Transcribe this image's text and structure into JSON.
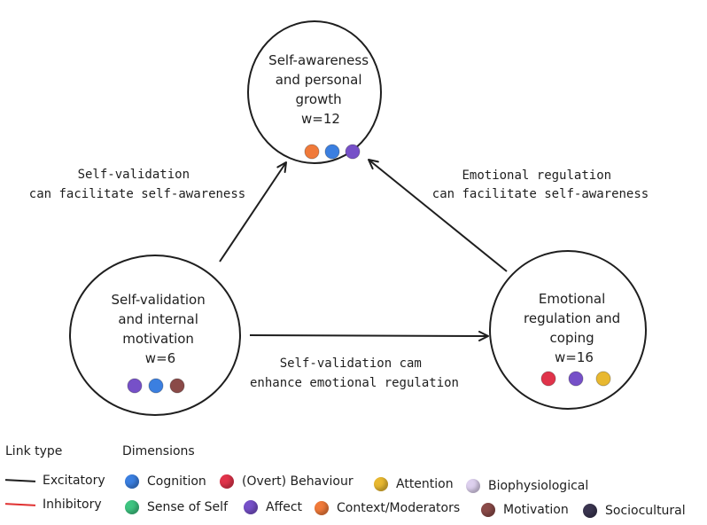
{
  "nodes": [
    {
      "id": "n1",
      "lines": [
        "Self-awareness",
        "and personal",
        "growth",
        "w=12"
      ],
      "dots": [
        "context_moderators",
        "cognition",
        "affect"
      ]
    },
    {
      "id": "n2",
      "lines": [
        "Self-validation",
        "and internal",
        "motivation",
        "w=6"
      ],
      "dots": [
        "affect",
        "cognition",
        "motivation"
      ]
    },
    {
      "id": "n3",
      "lines": [
        "Emotional",
        "regulation and",
        "coping",
        "w=16"
      ],
      "dots": [
        "overt_behaviour",
        "affect",
        "attention"
      ]
    }
  ],
  "edges": [
    {
      "id": "e1",
      "lines": [
        "Self-validation",
        "can facilitate self-awareness"
      ]
    },
    {
      "id": "e2",
      "lines": [
        "Emotional regulation",
        "can facilitate self-awareness"
      ]
    },
    {
      "id": "e3",
      "lines": [
        "Self-validation cam",
        "enhance emotional regulation"
      ]
    }
  ],
  "legend": {
    "link_type_title": "Link type",
    "link_types": [
      {
        "label": "Excitatory",
        "color": "#1e1e1e"
      },
      {
        "label": "Inhibitory",
        "color": "#e03131"
      }
    ],
    "dimensions_title": "Dimensions",
    "dimensions": [
      {
        "key": "cognition",
        "label": "Cognition",
        "color": "#3b7fe0"
      },
      {
        "key": "overt_behaviour",
        "label": "(Overt) Behaviour",
        "color": "#e0334a"
      },
      {
        "key": "attention",
        "label": "Attention",
        "color": "#e8b830"
      },
      {
        "key": "biophysiological",
        "label": "Biophysiological",
        "color": "#ddd0ee"
      },
      {
        "key": "sense_of_self",
        "label": "Sense of Self",
        "color": "#3ec481"
      },
      {
        "key": "affect",
        "label": "Affect",
        "color": "#7650c8"
      },
      {
        "key": "context_moderators",
        "label": "Context/Moderators",
        "color": "#f07a3a"
      },
      {
        "key": "motivation",
        "label": "Motivation",
        "color": "#8a4a48"
      },
      {
        "key": "sociocultural",
        "label": "Sociocultural",
        "color": "#3a3550"
      }
    ]
  }
}
